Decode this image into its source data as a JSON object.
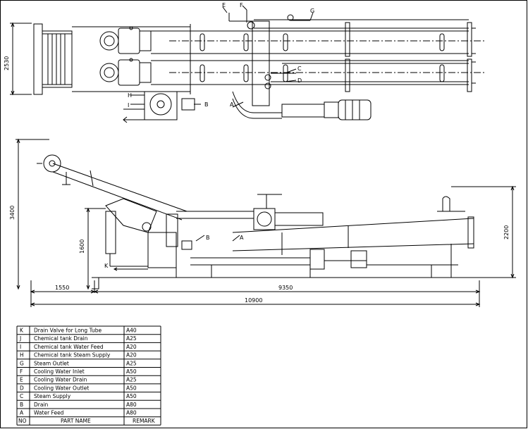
{
  "top_view": {
    "height_dim": "2530",
    "callouts": [
      "E",
      "F",
      "G",
      "C",
      "D",
      "B",
      "A",
      "H",
      "I"
    ]
  },
  "side_view": {
    "height_dim": "3400",
    "inner_height_dim": "1600",
    "right_height_dim": "2200",
    "len_left": "1550",
    "len_main": "9350",
    "len_total": "10900",
    "callouts": [
      "B",
      "A",
      "K"
    ]
  },
  "parts_table": {
    "header": {
      "no": "NO",
      "name": "PART  NAME",
      "remark": "REMARK"
    },
    "rows": [
      {
        "no": "K",
        "name": "Drain Valve for Long Tube",
        "remark": "A40"
      },
      {
        "no": "J",
        "name": "Chemical tank  Drain",
        "remark": "A25"
      },
      {
        "no": "I",
        "name": "Chemical tank Water Feed",
        "remark": "A20"
      },
      {
        "no": "H",
        "name": "Chemical tank Steam Supply",
        "remark": "A20"
      },
      {
        "no": "G",
        "name": "Steam Outlet",
        "remark": "A25"
      },
      {
        "no": "F",
        "name": "Cooling Water Inlet",
        "remark": "A50"
      },
      {
        "no": "E",
        "name": "Cooling Water Drain",
        "remark": "A25"
      },
      {
        "no": "D",
        "name": "Cooling Water Outlet",
        "remark": "A50"
      },
      {
        "no": "C",
        "name": "Steam Supply",
        "remark": "A50"
      },
      {
        "no": "B",
        "name": "Drain",
        "remark": "A80"
      },
      {
        "no": "A",
        "name": "Water Feed",
        "remark": "A80"
      }
    ]
  }
}
